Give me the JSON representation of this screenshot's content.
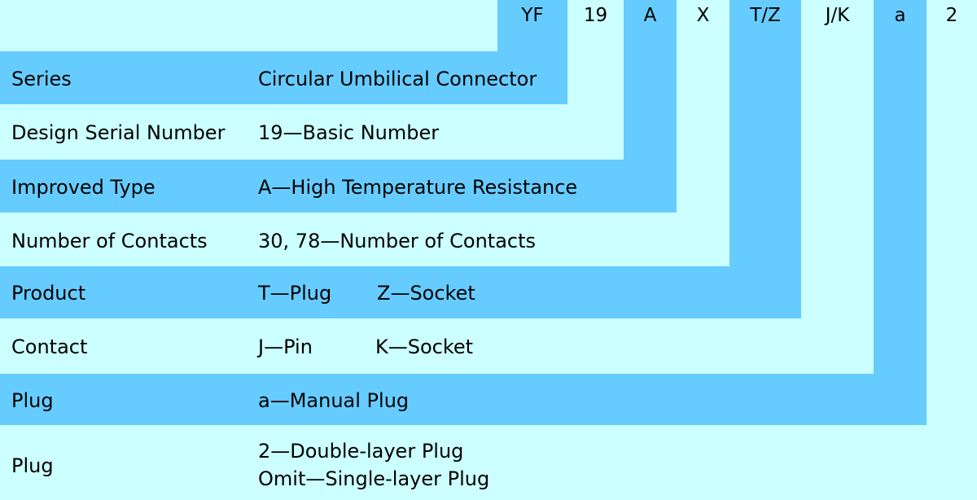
{
  "codes": [
    "YF",
    "19",
    "A",
    "X",
    "T/Z",
    "J/K",
    "a",
    "2"
  ],
  "rows": [
    {
      "label": "Series",
      "desc": "Circular Umbilical Connector"
    },
    {
      "label": "Design Serial Number",
      "desc": "19—Basic Number"
    },
    {
      "label": "Improved Type",
      "desc": "A—High Temperature Resistance"
    },
    {
      "label": "Number of Contacts",
      "desc": "30, 78—Number of Contacts"
    },
    {
      "label": "Product",
      "desc_a": "T—Plug",
      "desc_b": "Z—Socket"
    },
    {
      "label": "Contact",
      "desc_a": "J—Pin",
      "desc_b": "K—Socket"
    },
    {
      "label": "Plug",
      "desc": "a—Manual Plug"
    },
    {
      "label": "Plug",
      "desc_line1": "2—Double-layer Plug",
      "desc_line2": "Omit—Single-layer Plug"
    }
  ],
  "colors": {
    "band": "#66ccff",
    "background": "#ccffff"
  }
}
